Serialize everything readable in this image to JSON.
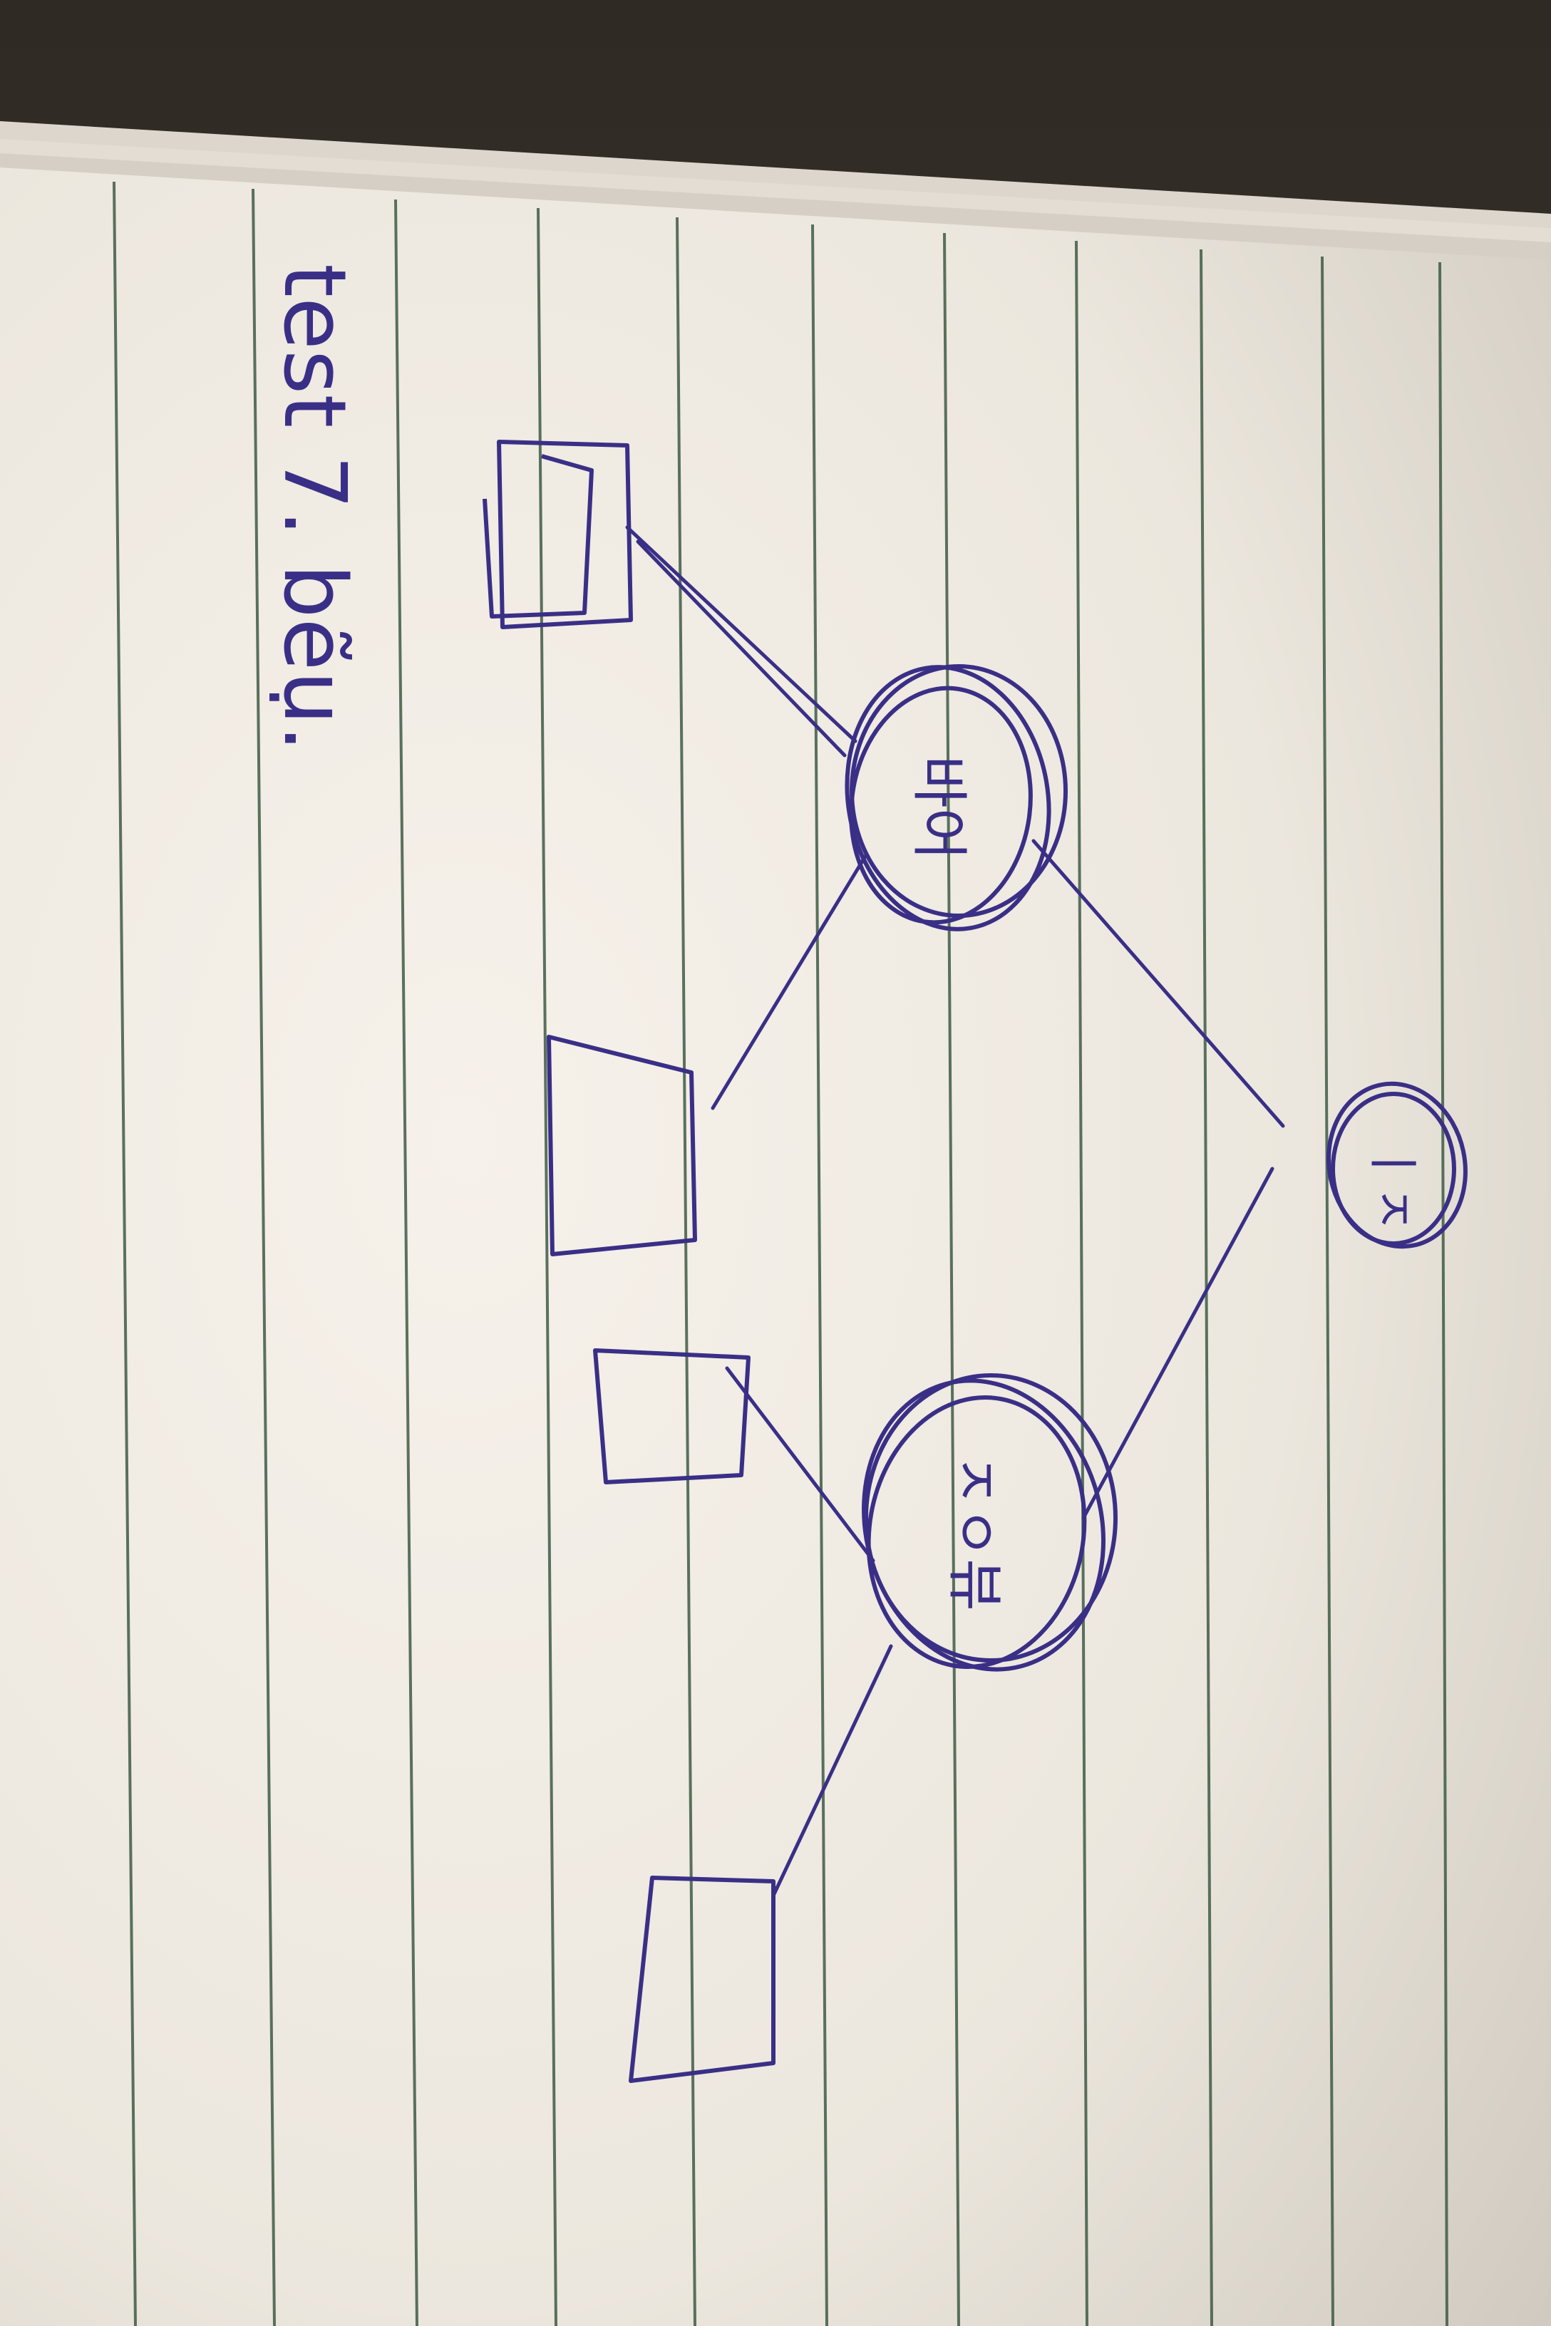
{
  "photo": {
    "subject": "handwritten-notebook-page",
    "orientation": "rotated-90-clockwise",
    "paper_color": "#f1ece4",
    "rule_color": "#38503e",
    "ink_color": "#3a2f86",
    "background_color": "#3b3630"
  },
  "note": {
    "header_text": "test 7. bẽụ.",
    "root_node_text": "ㅣㅈ",
    "left_node_text": "바어",
    "right_node_text": "ㅈㅇ뷰",
    "box_count": 4
  }
}
